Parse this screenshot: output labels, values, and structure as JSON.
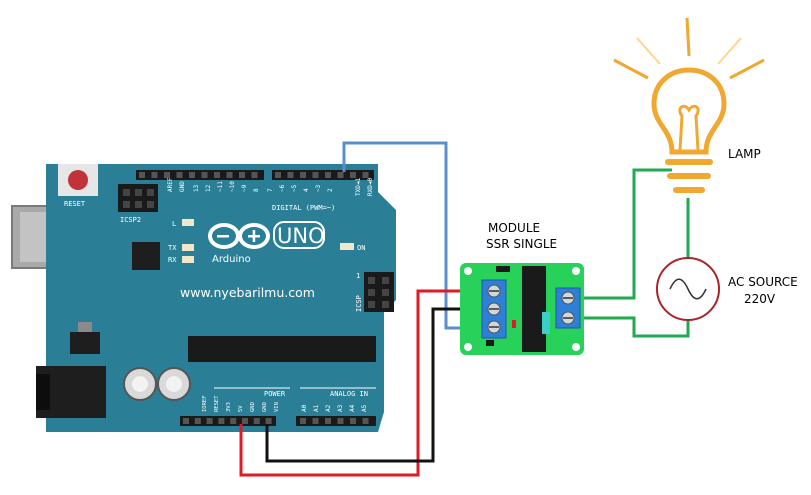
{
  "labels": {
    "lamp": "LAMP",
    "module_line1": "MODULE",
    "module_line2": "SSR SINGLE",
    "ac_line1": "AC SOURCE",
    "ac_line2": "220V"
  },
  "board": {
    "reset": "RESET",
    "icsp2": "ICSP2",
    "icsp": "ICSP",
    "aref": "AREF",
    "gnd": "GND",
    "digital": "DIGITAL (PWM=~)",
    "tx": "TX",
    "rx": "RX",
    "l": "L",
    "on": "ON",
    "uno": "UNO",
    "arduino": "Arduino",
    "website": "www.nyebarilmu.com",
    "power": "POWER",
    "analog_in": "ANALOG IN",
    "txd": "TXD◄1",
    "rxd": "RXD◄0",
    "icsp_pin": "1",
    "digital_pins": [
      "13",
      "12",
      "~11",
      "~10",
      "~9",
      "8",
      "7",
      "~6",
      "~5",
      "4",
      "~3",
      "2"
    ],
    "power_pins": [
      "IOREF",
      "RESET",
      "3V3",
      "5V",
      "GND",
      "GND",
      "VIN"
    ],
    "analog_pins": [
      "A0",
      "A1",
      "A2",
      "A3",
      "A4",
      "A5"
    ]
  },
  "colors": {
    "board": "#2a7f96",
    "wire_signal": "#5b8fc9",
    "wire_5v": "#e01b24",
    "wire_gnd": "#111111",
    "wire_ac": "#1faa50",
    "module": "#27d15a",
    "lamp": "#f0a830",
    "ac_source": "#a8232a"
  },
  "icons": {
    "lamp": "light-bulb-icon",
    "ac_source": "ac-sine-source-icon",
    "logo": "arduino-infinity-logo"
  }
}
